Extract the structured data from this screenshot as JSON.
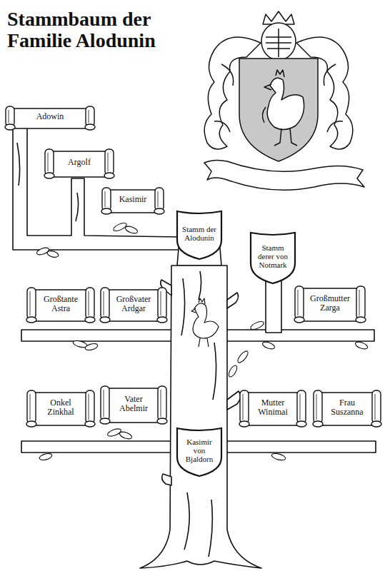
{
  "diagram": {
    "title": "Stammbaum der Familie Alodunin",
    "nodes": [
      {
        "text": [
          "Adowin"
        ]
      },
      {
        "text": [
          "Argolf"
        ]
      },
      {
        "text": [
          "Kasimir"
        ]
      },
      {
        "text": [
          "Stamm der Alodunin"
        ]
      },
      {
        "text": [
          "Stamm derer von Notmark"
        ]
      },
      {
        "text": [
          "Großtante Astra"
        ]
      },
      {
        "text": [
          "Großvater Ardgar"
        ]
      },
      {
        "text": [
          "Großmutter Zarga"
        ]
      },
      {
        "text": [
          "Onkel Zinkhal"
        ]
      },
      {
        "text": [
          "Vater Abelmir"
        ]
      },
      {
        "text": [
          "Mutter Winimai"
        ]
      },
      {
        "text": [
          "Frau Suszanna"
        ]
      },
      {
        "text": [
          "Kasimir von Bjaldorn"
        ]
      }
    ]
  }
}
